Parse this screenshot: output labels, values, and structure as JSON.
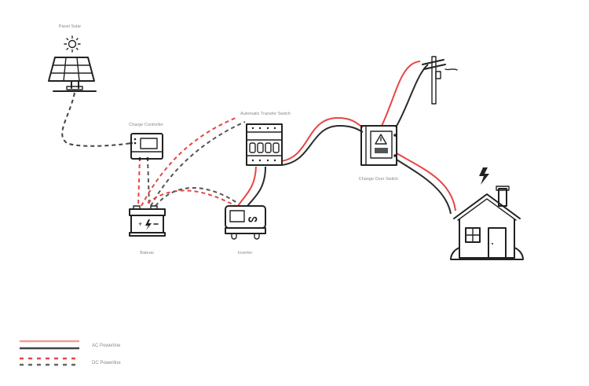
{
  "title": "Solar Power System Wiring Diagram",
  "components": {
    "panel": {
      "label": "Panel Solar",
      "icon": "solar-panel-icon"
    },
    "controller": {
      "label": "Charge Controller",
      "icon": "charge-controller-icon"
    },
    "ats": {
      "label": "Automatic Transfer Switch",
      "icon": "transfer-switch-icon"
    },
    "changeover": {
      "label": "Change Over Switch",
      "icon": "changeover-switch-icon"
    },
    "pole": {
      "label": "",
      "icon": "utility-pole-icon"
    },
    "house": {
      "label": "",
      "icon": "house-icon"
    },
    "battery": {
      "label": "Baterai",
      "icon": "battery-icon"
    },
    "inverter": {
      "label": "Inverter",
      "icon": "inverter-icon"
    }
  },
  "legend": [
    {
      "label": "AC Powerline",
      "style": "solid",
      "colors": [
        "#f08080",
        "#333333"
      ]
    },
    {
      "label": "DC Powerline",
      "style": "dashed",
      "colors": [
        "#e84040",
        "#555555"
      ]
    }
  ],
  "colors": {
    "red": "#e84545",
    "redLight": "#f29a9a",
    "dark": "#2b2b2b"
  }
}
